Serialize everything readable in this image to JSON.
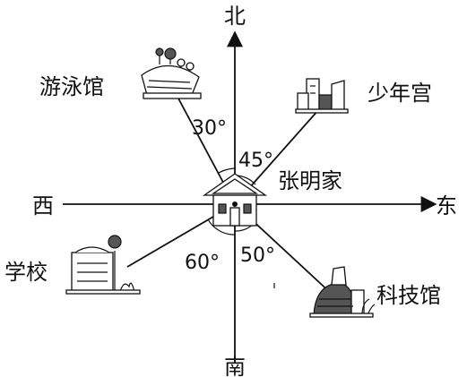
{
  "directions": {
    "north": "北",
    "south": "南",
    "east": "东",
    "west": "西"
  },
  "center": {
    "label": "张明家"
  },
  "places": [
    {
      "name": "游泳馆",
      "angle_label": "30°"
    },
    {
      "name": "少年宫",
      "angle_label": "45°"
    },
    {
      "name": "科技馆",
      "angle_label": "50°"
    },
    {
      "name": "学校",
      "angle_label": "60°"
    }
  ],
  "icons": {
    "center": "house-icon",
    "pool": "swimming-pool-building-icon",
    "palace": "youth-palace-building-icon",
    "science": "science-museum-building-icon",
    "school": "school-building-icon"
  },
  "colors": {
    "ink": "#111111",
    "background": "#ffffff"
  }
}
